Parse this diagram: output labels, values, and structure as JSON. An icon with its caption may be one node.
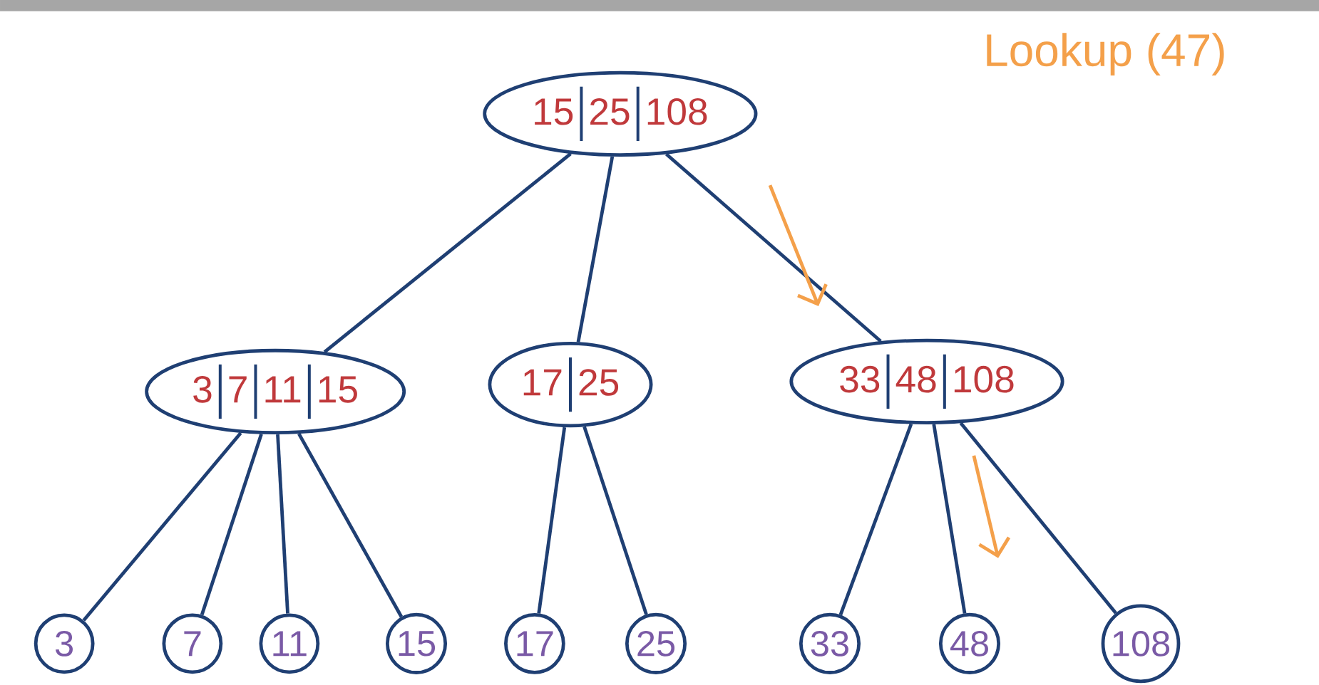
{
  "diagram": {
    "title": "Lookup (47)",
    "nodes": [
      {
        "text": [
          "15",
          "25",
          "108"
        ]
      },
      {
        "text": [
          "3",
          "7",
          "11",
          "15"
        ]
      },
      {
        "text": [
          "17",
          "25"
        ]
      },
      {
        "text": [
          "33",
          "48",
          "108"
        ]
      },
      {
        "text": [
          "3"
        ]
      },
      {
        "text": [
          "7"
        ]
      },
      {
        "text": [
          "11"
        ]
      },
      {
        "text": [
          "15"
        ]
      },
      {
        "text": [
          "17"
        ]
      },
      {
        "text": [
          "25"
        ]
      },
      {
        "text": [
          "33"
        ]
      },
      {
        "text": [
          "48"
        ]
      },
      {
        "text": [
          "108"
        ]
      }
    ],
    "edges": [
      {
        "from": 0,
        "to": 1,
        "arrow": "none"
      },
      {
        "from": 0,
        "to": 2,
        "arrow": "none"
      },
      {
        "from": 0,
        "to": 3,
        "arrow": "none"
      },
      {
        "from": 1,
        "to": 4,
        "arrow": "none"
      },
      {
        "from": 1,
        "to": 5,
        "arrow": "none"
      },
      {
        "from": 1,
        "to": 6,
        "arrow": "none"
      },
      {
        "from": 1,
        "to": 7,
        "arrow": "none"
      },
      {
        "from": 2,
        "to": 8,
        "arrow": "none"
      },
      {
        "from": 2,
        "to": 9,
        "arrow": "none"
      },
      {
        "from": 3,
        "to": 10,
        "arrow": "none"
      },
      {
        "from": 3,
        "to": 11,
        "arrow": "none"
      },
      {
        "from": 3,
        "to": 12,
        "arrow": "none"
      }
    ]
  }
}
